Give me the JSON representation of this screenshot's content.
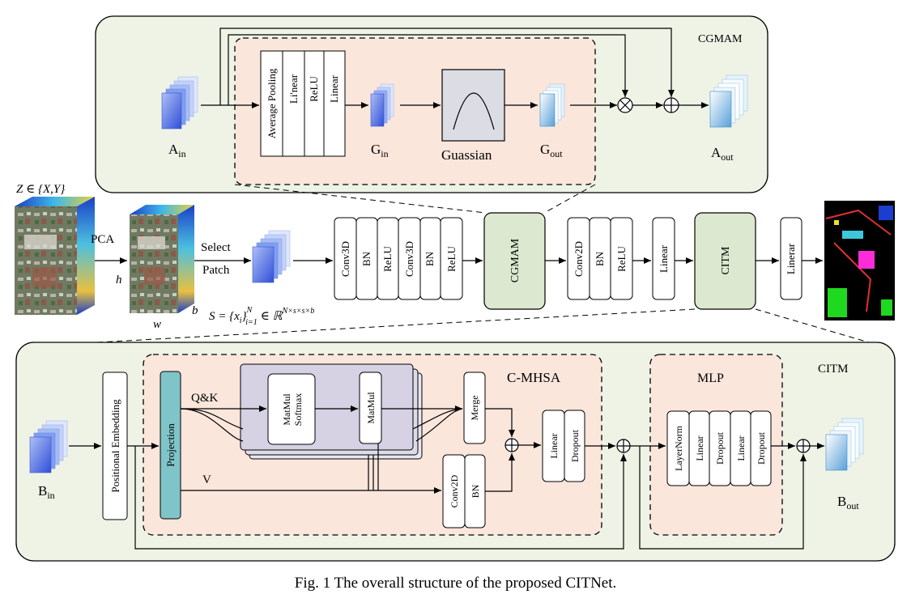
{
  "cgmam": {
    "title": "CGMAM",
    "layers": [
      "Average Pooling",
      "Li'near",
      "ReLU",
      "Linear"
    ],
    "a_in": "A",
    "a_in_sub": "in",
    "g_in": "G",
    "g_in_sub": "in",
    "gaussian": "Guassian",
    "g_out": "G",
    "g_out_sub": "out",
    "a_out": "A",
    "a_out_sub": "out"
  },
  "main": {
    "z_label": "Z ∈ {X,Y}",
    "pca": "PCA",
    "h": "h",
    "w": "w",
    "b": "b",
    "select": "Select",
    "patch": "Patch",
    "s_set": "S = {x",
    "s_sub": "i",
    "s_end": "}",
    "s_sup": "N",
    "s_low": "i=1",
    "s_in": "∈ ℝ",
    "s_dims": "N×s×s×b",
    "block1": [
      "Conv3D",
      "BN",
      "ReLU",
      "Conv3D",
      "BN",
      "ReLU"
    ],
    "cgmam": "CGMAM",
    "block2": [
      "Conv2D",
      "BN",
      "ReLU"
    ],
    "linear": "Linear",
    "citm": "CITM",
    "linerar": "Linerar"
  },
  "citm": {
    "title": "CITM",
    "b_in": "B",
    "b_in_sub": "in",
    "pos_emb": "Positional Embedding",
    "projection": "Projection",
    "qk": "Q&K",
    "v": "V",
    "mhsa_title": "C-MHSA",
    "matmul_softmax_1": "MatMul",
    "matmul_softmax_2": "Softmax",
    "matmul": "MatMul",
    "merge": "Merge",
    "conv2d": "Conv2D",
    "bn": "BN",
    "lin_drop": [
      "Linear",
      "Dropout"
    ],
    "mlp_title": "MLP",
    "mlp": [
      "LayerNorm",
      "Linear",
      "Dropout",
      "Linear",
      "Dropout"
    ],
    "b_out": "B",
    "b_out_sub": "out"
  },
  "caption": "Fig. 1 The overall structure of the proposed CITNet.",
  "colors": {
    "panel_fill": "#eef3e6",
    "dashed_fill": "#fbe6dc",
    "module_fill": "#dde8d0",
    "projection_fill": "#7fc4c8",
    "attention_fill": "#d6d2e4",
    "gauss_fill": "#dcdce4",
    "cube_blue": "#3b63e0"
  }
}
